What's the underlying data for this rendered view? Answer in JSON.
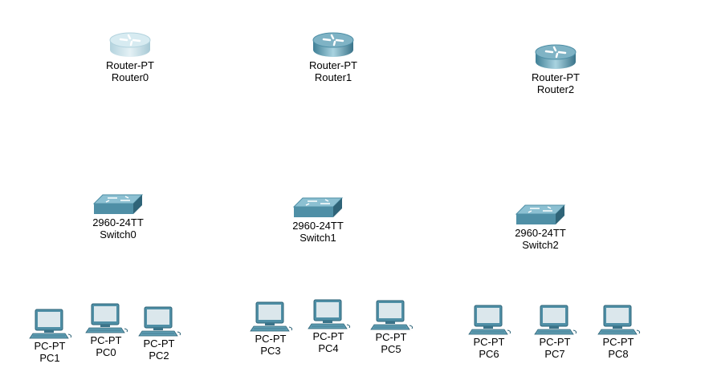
{
  "routers": [
    {
      "model": "Router-PT",
      "name": "Router0",
      "style": "faded"
    },
    {
      "model": "Router-PT",
      "name": "Router1",
      "style": "normal"
    },
    {
      "model": "Router-PT",
      "name": "Router2",
      "style": "normal"
    }
  ],
  "switches": [
    {
      "model": "2960-24TT",
      "name": "Switch0"
    },
    {
      "model": "2960-24TT",
      "name": "Switch1"
    },
    {
      "model": "2960-24TT",
      "name": "Switch2"
    }
  ],
  "pcs": [
    {
      "model": "PC-PT",
      "name": "PC1"
    },
    {
      "model": "PC-PT",
      "name": "PC0"
    },
    {
      "model": "PC-PT",
      "name": "PC2"
    },
    {
      "model": "PC-PT",
      "name": "PC3"
    },
    {
      "model": "PC-PT",
      "name": "PC4"
    },
    {
      "model": "PC-PT",
      "name": "PC5"
    },
    {
      "model": "PC-PT",
      "name": "PC6"
    },
    {
      "model": "PC-PT",
      "name": "PC7"
    },
    {
      "model": "PC-PT",
      "name": "PC8"
    }
  ],
  "icons": {
    "router": "router-icon",
    "switch": "switch-icon",
    "pc": "pc-icon"
  },
  "colors": {
    "device_teal": "#4f8fa6",
    "device_dark": "#2f6478",
    "device_light": "#a9d3e0",
    "faded_router": "#b9d8e2"
  }
}
